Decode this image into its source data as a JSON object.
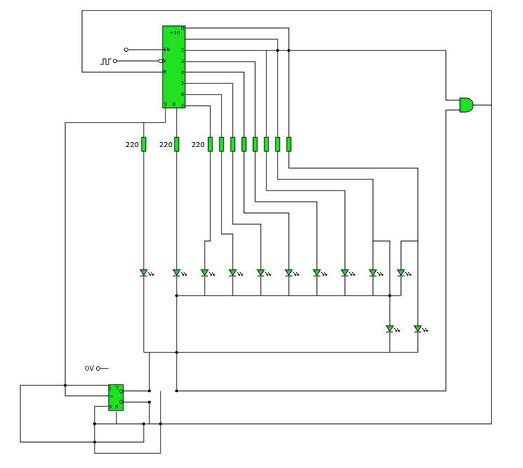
{
  "counter": {
    "title": "÷10",
    "inputs": [
      "EN",
      "",
      "R"
    ],
    "outputs": [
      "0",
      "2",
      "3",
      "4",
      "5",
      "6",
      "7"
    ],
    "bottom_pins": [
      "9",
      "8"
    ]
  },
  "resistor_label": "220",
  "resistor_labels": [
    "220",
    "220",
    "220"
  ],
  "flipflop": {
    "pins_left": [
      "J",
      ">",
      "K"
    ],
    "pins_top": [
      "S"
    ],
    "pins_bottom": [
      "R"
    ],
    "outputs": [
      "Q",
      "Q̅"
    ]
  },
  "supply_label": "0V",
  "colors": {
    "component_fill": "#22e022",
    "wire": "#000000",
    "background": "#ffffff"
  }
}
